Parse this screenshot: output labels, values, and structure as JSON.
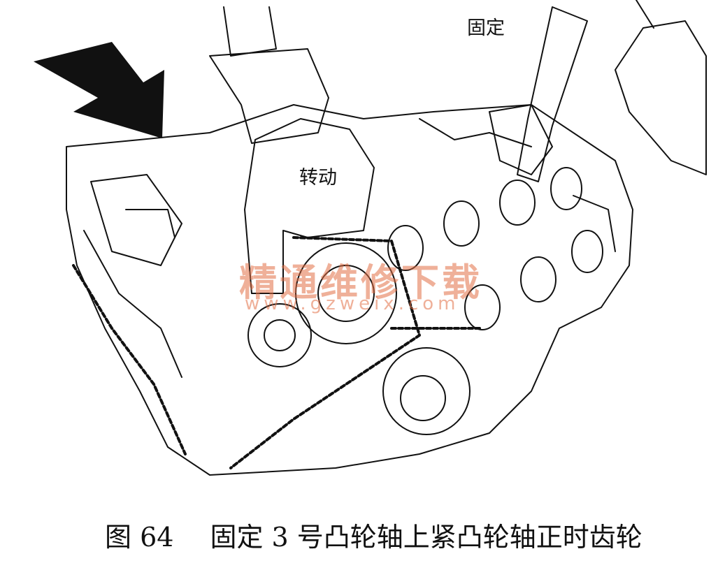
{
  "labels": {
    "fix": "固定",
    "rotate": "转动"
  },
  "watermark": {
    "cn": "精通维修下载",
    "url": "www.gzweix.com"
  },
  "caption": {
    "number": "图 64",
    "text": "固定 3 号凸轮轴上紧凸轮轴正时齿轮"
  },
  "colors": {
    "line": "#111111",
    "watermark": "#e27046"
  }
}
